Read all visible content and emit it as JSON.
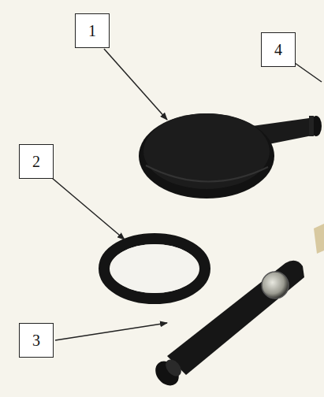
{
  "diagram": {
    "nodes": [
      {
        "text": [
          "1"
        ]
      },
      {
        "text": [
          "4"
        ]
      },
      {
        "text": [
          "2"
        ]
      },
      {
        "text": [
          "3"
        ]
      }
    ]
  }
}
